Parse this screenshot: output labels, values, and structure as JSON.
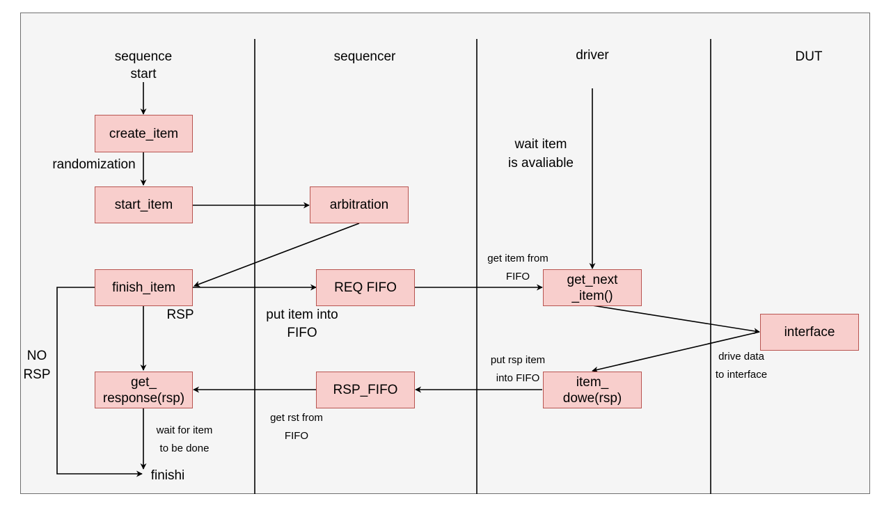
{
  "lanes": {
    "sequence": "sequence\nstart",
    "sequencer": "sequencer",
    "driver": "driver",
    "dut": "DUT"
  },
  "nodes": {
    "create_item": "create_item",
    "start_item": "start_item",
    "arbitration": "arbitration",
    "finish_item": "finish_item",
    "req_fifo": "REQ FIFO",
    "get_next_item": "get_next\n_item()",
    "interface": "interface",
    "get_response": "get_\nresponse(rsp)",
    "rsp_fifo": "RSP_FIFO",
    "item_done": "item_\ndowe(rsp)",
    "finishi": "finishi"
  },
  "labels": {
    "randomization": "randomization",
    "wait_item": "wait item\nis avaliable",
    "get_item_from_fifo": "get item from\nFIFO",
    "rsp": "RSP",
    "put_item_into_fifo": "put item into\nFIFO",
    "no_rsp": "NO\nRSP",
    "put_rsp_item": "put rsp item\ninto FIFO",
    "drive_data": "drive data\nto interface",
    "get_rst_from_fifo": "get rst  from\nFIFO",
    "wait_for_item_done": "wait for item\nto be done"
  },
  "colors": {
    "node_fill": "#f8cecc",
    "node_stroke": "#b85450",
    "background": "#f5f5f5",
    "frame": "#6f6f6f"
  }
}
